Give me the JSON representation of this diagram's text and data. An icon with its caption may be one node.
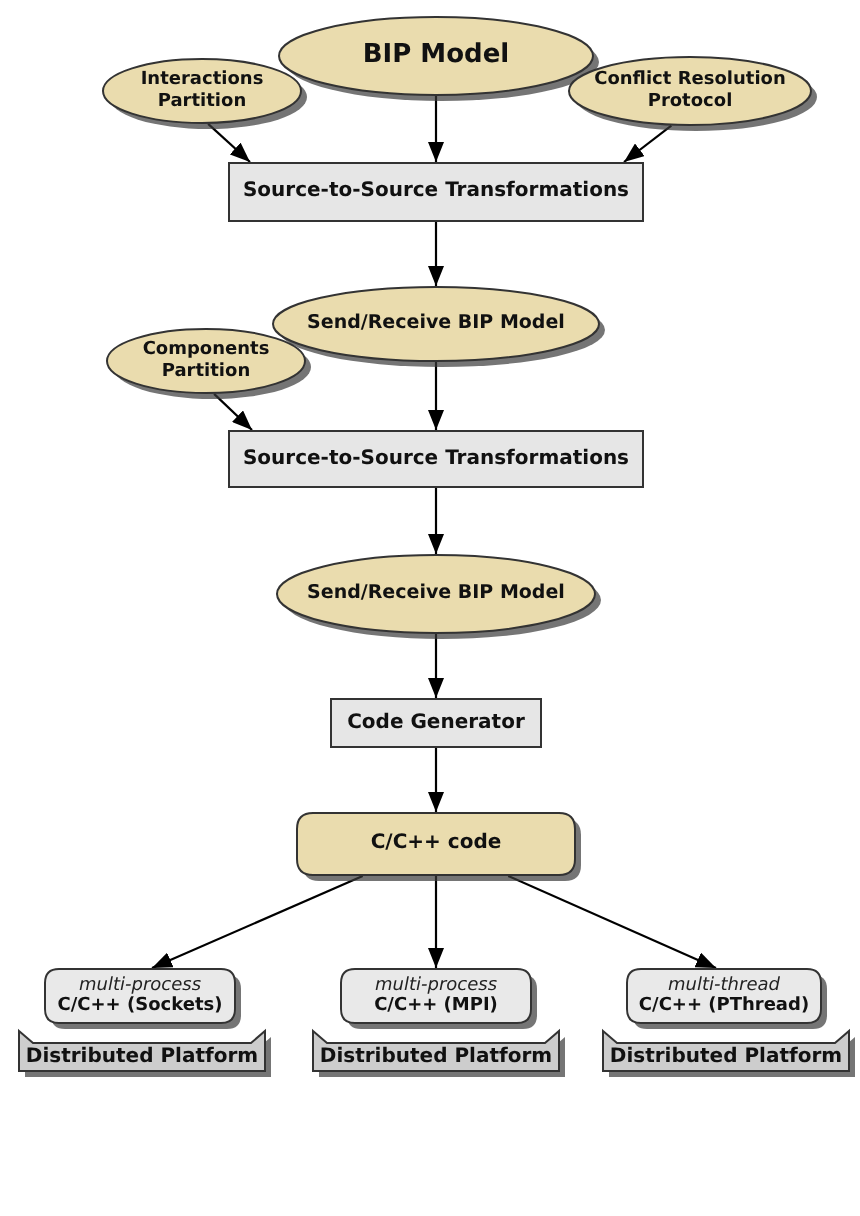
{
  "diagram": {
    "nodes": [
      {
        "text": [
          "BIP Model"
        ]
      },
      {
        "text": [
          "Interactions Partition"
        ]
      },
      {
        "text": [
          "Conflict Resolution Protocol"
        ]
      },
      {
        "text": [
          "Source-to-Source Transformations"
        ]
      },
      {
        "text": [
          "Send/Receive BIP Model"
        ]
      },
      {
        "text": [
          "Components Partition"
        ]
      },
      {
        "text": [
          "Source-to-Source Transformations"
        ]
      },
      {
        "text": [
          "Send/Receive BIP Model"
        ]
      },
      {
        "text": [
          "Code Generator"
        ]
      },
      {
        "text": [
          "C/C++ code"
        ]
      },
      {
        "text": [
          "multi-process",
          "C/C++ (Sockets)"
        ]
      },
      {
        "text": [
          "multi-process",
          "C/C++ (MPI)"
        ]
      },
      {
        "text": [
          "multi-thread",
          "C/C++ (PThread)"
        ]
      },
      {
        "text": [
          "Distributed Platform"
        ]
      },
      {
        "text": [
          "Distributed Platform"
        ]
      },
      {
        "text": [
          "Distributed Platform"
        ]
      }
    ],
    "edges": [
      {
        "from": 0,
        "to": 3,
        "arrow": "to"
      },
      {
        "from": 1,
        "to": 3,
        "arrow": "to"
      },
      {
        "from": 2,
        "to": 3,
        "arrow": "to"
      },
      {
        "from": 3,
        "to": 4,
        "arrow": "to"
      },
      {
        "from": 4,
        "to": 6,
        "arrow": "to"
      },
      {
        "from": 5,
        "to": 6,
        "arrow": "to"
      },
      {
        "from": 6,
        "to": 7,
        "arrow": "to"
      },
      {
        "from": 7,
        "to": 8,
        "arrow": "to"
      },
      {
        "from": 8,
        "to": 9,
        "arrow": "to"
      },
      {
        "from": 9,
        "to": 10,
        "arrow": "to"
      },
      {
        "from": 9,
        "to": 11,
        "arrow": "to"
      },
      {
        "from": 9,
        "to": 12,
        "arrow": "to"
      }
    ]
  }
}
